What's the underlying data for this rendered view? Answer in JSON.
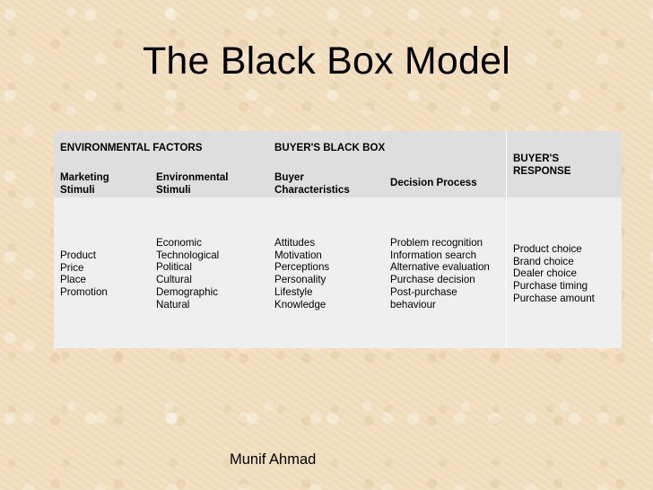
{
  "slide": {
    "title": "The Black Box Model",
    "author": "Munif Ahmad"
  },
  "table": {
    "group_env": "ENVIRONMENTAL FACTORS",
    "group_box": "BUYER'S BLACK BOX",
    "response_header_line1": "BUYER'S",
    "response_header_line2": "RESPONSE",
    "col_marketing_line1": "Marketing",
    "col_marketing_line2": "Stimuli",
    "col_environmental_line1": "Environmental",
    "col_environmental_line2": "Stimuli",
    "col_characteristics_line1": "Buyer",
    "col_characteristics_line2": "Characteristics",
    "col_decision": "Decision Process",
    "marketing_items": [
      "Product",
      "Price",
      "Place",
      "Promotion"
    ],
    "environmental_items": [
      "Economic",
      "Technological",
      "Political",
      "Cultural",
      "Demographic",
      "Natural"
    ],
    "characteristics_items": [
      "Attitudes",
      "Motivation",
      "Perceptions",
      "Personality",
      "Lifestyle",
      "Knowledge"
    ],
    "decision_items": [
      "Problem recognition",
      "Information search",
      "Alternative evaluation",
      "Purchase decision",
      "Post-purchase",
      "behaviour"
    ],
    "response_items": [
      "Product choice",
      "Brand choice",
      "Dealer choice",
      "Purchase timing",
      "Purchase amount"
    ]
  }
}
